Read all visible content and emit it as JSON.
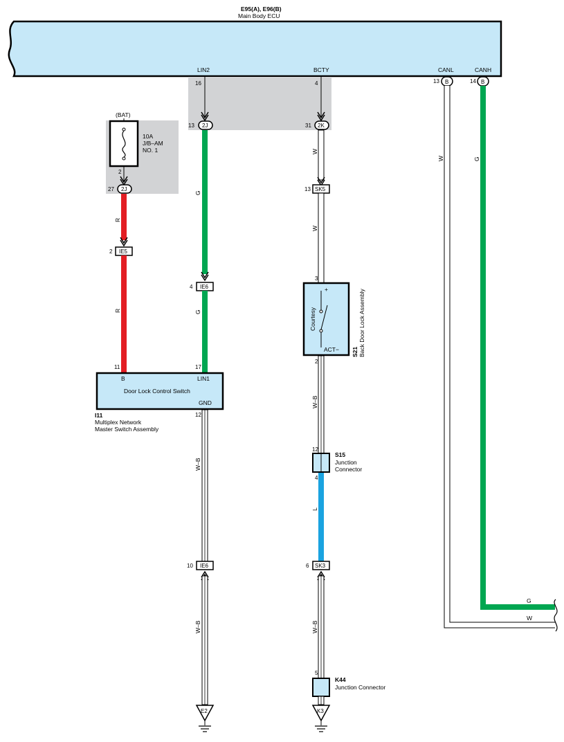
{
  "ecu": {
    "ids": "E95(A), E96(B)",
    "name": "Main Body ECU",
    "pins": {
      "lin2": "LIN2",
      "lin2_pin": "16",
      "bcty": "BCTY",
      "bcty_pin": "4",
      "canl": "CANL",
      "canl_pin": "13",
      "canl_conn": "B",
      "canh": "CANH",
      "canh_pin": "14",
      "canh_conn": "B"
    }
  },
  "fuse": {
    "source": "(BAT)",
    "rating": "10A",
    "name1": "J/B–AM",
    "name2": "NO. 1",
    "out_pin": "2",
    "conn": "2J",
    "conn_pin": "27"
  },
  "junction_2j": {
    "pin": "13",
    "label": "2J"
  },
  "junction_2k": {
    "pin": "31",
    "label": "2K"
  },
  "connectors": {
    "sk5": {
      "pin": "13",
      "label": "SK5"
    },
    "ie5": {
      "pin": "2",
      "label": "IE5"
    },
    "ie6_top": {
      "pin": "4",
      "label": "IE6"
    },
    "ie6_bot": {
      "pin": "10",
      "label": "IE6"
    },
    "sk3": {
      "pin": "6",
      "label": "SK3"
    }
  },
  "wires": {
    "r1": "R",
    "r2": "R",
    "g1": "G",
    "g2": "G",
    "w1": "W",
    "w2": "W",
    "wb_left": "W–B",
    "wb_left_low": "W–B",
    "wb_mid": "W–B",
    "wb_mid_low": "W–B",
    "l": "L",
    "canl_w": "W",
    "canh_g": "G",
    "g_right": "G",
    "w_right": "W"
  },
  "switch_module": {
    "id": "I11",
    "name1": "Multiplex Network",
    "name2": "Master Switch Assembly",
    "title": "Door Lock Control Switch",
    "pin_b": "B",
    "pin_b_num": "11",
    "pin_lin1": "LIN1",
    "pin_lin1_num": "17",
    "pin_gnd": "GND",
    "pin_gnd_num": "12"
  },
  "back_door": {
    "id": "S21",
    "name": "Back Door Lock Assembly",
    "switch_label": "Courtesy",
    "plus": "+",
    "act": "ACT−",
    "top_pin": "3",
    "bot_pin": "2"
  },
  "s15": {
    "id": "S15",
    "name1": "Junction",
    "name2": "Connector",
    "top_pin": "12",
    "bot_pin": "4"
  },
  "k44": {
    "id": "K44",
    "name": "Junction Connector",
    "pin": "5"
  },
  "grounds": {
    "e2": "E2",
    "k3": "K3"
  },
  "colors": {
    "ecu_fill": "#c6e8f8",
    "jb_fill": "#d2d3d5",
    "red": "#e31e24",
    "green": "#00a651",
    "blue": "#1aa3e0",
    "white_wire": "#ffffff"
  }
}
